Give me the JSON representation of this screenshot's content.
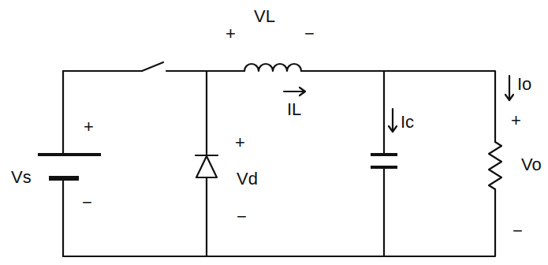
{
  "diagram": {
    "labels": [
      "+",
      "VL",
      "−",
      "IL",
      "Ic",
      "Io",
      "+",
      "Vo",
      "−",
      "+",
      "Vs",
      "−",
      "+",
      "Vd",
      "−"
    ]
  }
}
